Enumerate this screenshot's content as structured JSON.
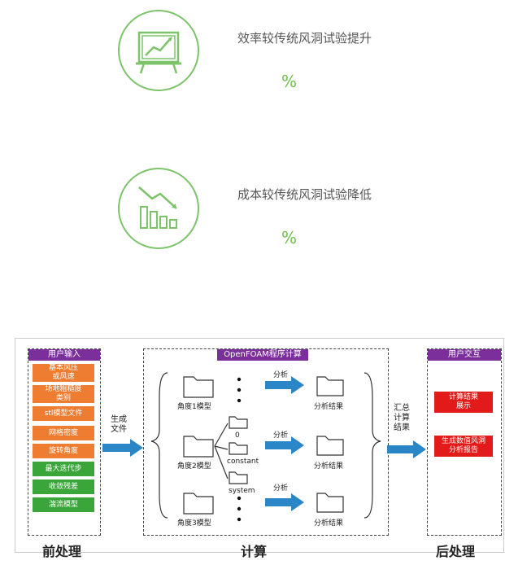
{
  "stats": [
    {
      "icon": "presentation-chart-up-icon",
      "label": "效率较传统风洞试验提升",
      "value": "%"
    },
    {
      "icon": "bar-chart-down-icon",
      "label": "成本较传统风洞试验降低",
      "value": "%"
    }
  ],
  "colors": {
    "accent_green": "#7dc36a",
    "header_purple": "#7a2f9a",
    "step_orange": "#ee7d31",
    "step_green": "#3aa63a",
    "result_red": "#e21a1a",
    "arrow_blue": "#2a86c6"
  },
  "diagram": {
    "pre": {
      "title": "用户输入",
      "items": [
        {
          "text": "基本风压\n或风速",
          "color": "orange"
        },
        {
          "text": "场地粗糙度\n类别",
          "color": "orange"
        },
        {
          "text": "stl模型文件",
          "color": "orange"
        },
        {
          "text": "网格密度",
          "color": "orange"
        },
        {
          "text": "旋转角度",
          "color": "orange"
        },
        {
          "text": "最大迭代步",
          "color": "green"
        },
        {
          "text": "收敛残差",
          "color": "green"
        },
        {
          "text": "湍流模型",
          "color": "green"
        }
      ],
      "footer": "前处理"
    },
    "gen_label": "生成\n文件",
    "compute": {
      "title": "OpenFOAM程序计算",
      "models": [
        "角度1模型",
        "角度2模型",
        "角度3模型"
      ],
      "subfolders": [
        "0",
        "constant",
        "system"
      ],
      "analyze": "分析",
      "results": [
        "分析结果",
        "分析结果",
        "分析结果"
      ],
      "footer": "计算"
    },
    "sum_label": "汇总\n计算\n结果",
    "post": {
      "title": "用户交互",
      "items": [
        "计算结果\n展示",
        "生成数值风洞\n分析报告"
      ],
      "footer": "后处理"
    }
  }
}
